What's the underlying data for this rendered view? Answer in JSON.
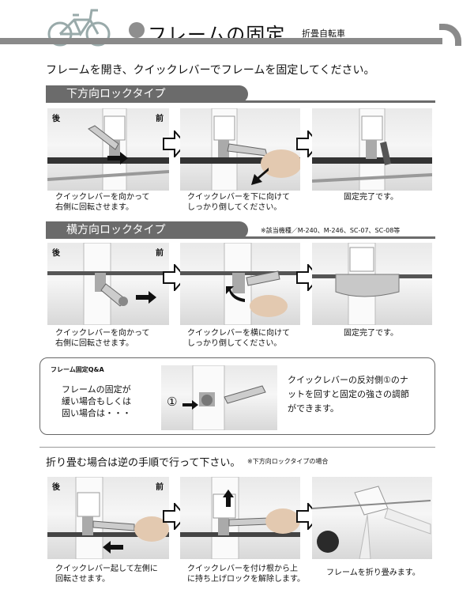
{
  "header": {
    "title": "フレームの固定",
    "subtitle": "折畳自転車"
  },
  "intro": "フレームを開き、クイックレバーでフレームを固定してください。",
  "section_down": {
    "title": "下方向ロックタイプ",
    "tag_rear": "後",
    "tag_front": "前",
    "captions": [
      [
        "クイックレバーを向かって",
        "右側に回転させます。"
      ],
      [
        "クイックレバーを下に向けて",
        "しっかり倒してください。"
      ],
      [
        "固定完了です。"
      ]
    ]
  },
  "section_side": {
    "title": "横方向ロックタイプ",
    "note": "※該当機種／M-240、M-246、SC-07、SC-08等",
    "tag_rear": "後",
    "tag_front": "前",
    "captions": [
      [
        "クイックレバーを向かって",
        "右側に回転させます。"
      ],
      [
        "クイックレバーを横に向けて",
        "しっかり倒してください。"
      ],
      [
        "固定完了です。"
      ]
    ]
  },
  "qa": {
    "heading": "フレーム固定Q&A",
    "left_lines": [
      "フレームの固定が",
      "緩い場合もしくは",
      "固い場合は・・・"
    ],
    "marker": "①",
    "right_lines": [
      "クイックレバーの反対側①のナ",
      "ットを回すと固定の強さの調節",
      "ができます。"
    ]
  },
  "fold": {
    "title": "折り畳む場合は逆の手順で行って下さい。",
    "note": "※下方向ロックタイプの場合",
    "tag_rear": "後",
    "tag_front": "前",
    "captions": [
      [
        "クイックレバー起して左側に",
        "回転させます。"
      ],
      [
        "クイックレバーを付け根から上",
        "に持ち上げロックを解除します。"
      ],
      [
        "フレームを折り畳みます。"
      ]
    ]
  },
  "icons": {
    "bike": "bicycle-icon",
    "step_arrow": "arrow-right-icon",
    "motion_arrow": "motion-arrow-icon"
  },
  "colors": {
    "accent_gray": "#6b6b6b",
    "header_bar": "#8a8a8a"
  }
}
